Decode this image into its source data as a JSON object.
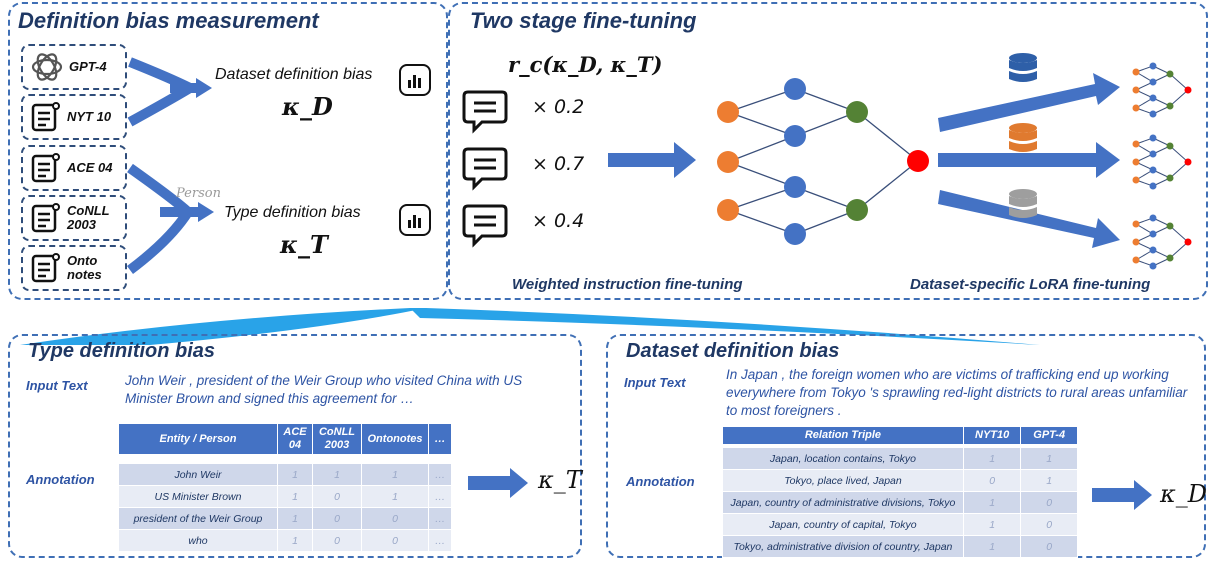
{
  "definition_panel": {
    "title": "Definition bias measurement",
    "datasets": [
      "GPT-4",
      "NYT 10",
      "ACE 04",
      "CoNLL 2003",
      "Onto notes"
    ],
    "dataset_bias_label": "Dataset definition bias",
    "dataset_bias_symbol": "κ_D",
    "type_bias_label": "Type definition bias",
    "type_bias_symbol": "κ_T",
    "person_hint": "Person"
  },
  "finetune_panel": {
    "title": "Two stage fine-tuning",
    "reward_formula": "r_c(κ_D, κ_T)",
    "weights": [
      "× 0.2",
      "× 0.7",
      "× 0.4"
    ],
    "stage1_label": "Weighted instruction fine-tuning",
    "stage2_label": "Dataset-specific LoRA fine-tuning",
    "db_colors": [
      "#2e5fa8",
      "#e07a2f",
      "#9e9e9e"
    ]
  },
  "type_bias_panel": {
    "title": "Type definition bias",
    "input_label": "Input Text",
    "input_text": "John Weir , president of the Weir Group who visited China with US Minister Brown and signed this agreement for …",
    "annotation_label": "Annotation",
    "table_headers": [
      "Entity / Person",
      "ACE 04",
      "CoNLL 2003",
      "Ontonotes",
      "…"
    ],
    "table_rows": [
      [
        "John Weir",
        "1",
        "1",
        "1",
        "…"
      ],
      [
        "US Minister Brown",
        "1",
        "0",
        "1",
        "…"
      ],
      [
        "president of the Weir Group",
        "1",
        "0",
        "0",
        "…"
      ],
      [
        "who",
        "1",
        "0",
        "0",
        "…"
      ]
    ],
    "result_symbol": "κ_T"
  },
  "dataset_bias_panel": {
    "title": "Dataset definition bias",
    "input_label": "Input Text",
    "input_text": "In Japan , the foreign women who are victims of trafficking end up working everywhere from Tokyo 's sprawling red-light districts to rural areas unfamiliar to most foreigners .",
    "annotation_label": "Annotation",
    "table_headers": [
      "Relation Triple",
      "NYT10",
      "GPT-4"
    ],
    "table_rows": [
      [
        "Japan, location contains, Tokyo",
        "1",
        "1"
      ],
      [
        "Tokyo, place lived, Japan",
        "0",
        "1"
      ],
      [
        "Japan, country of administrative divisions, Tokyo",
        "1",
        "0"
      ],
      [
        "Japan, country of capital, Tokyo",
        "1",
        "0"
      ],
      [
        "Tokyo, administrative division of country, Japan",
        "1",
        "0"
      ]
    ],
    "result_symbol": "κ_D"
  },
  "colors": {
    "accent": "#4472c4",
    "node_orange": "#ed7d31",
    "node_blue": "#4472c4",
    "node_green": "#548235",
    "node_red": "#ff0000",
    "connector_cyan": "#2ea0e6"
  }
}
